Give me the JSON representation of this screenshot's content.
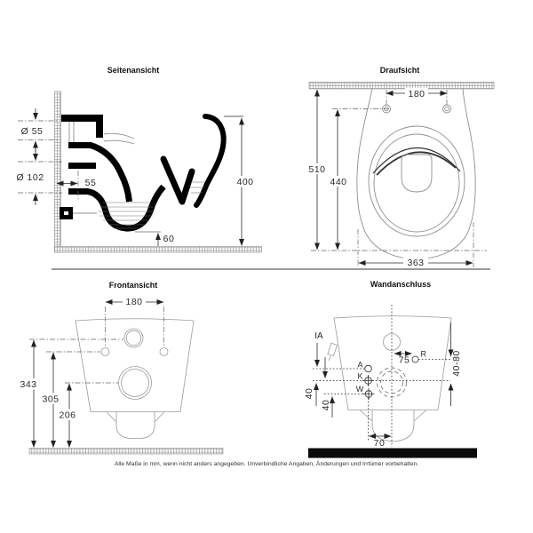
{
  "footer": "Alle Maße in mm, wenn nicht anders angegeben. Unverbindliche Angaben, Änderungen und Irrtümer vorbehalten.",
  "views": {
    "side": {
      "title": "Seitenansicht",
      "dims": {
        "inlet_diameter": "Ø 55",
        "outlet_diameter": "Ø 102",
        "outlet_wall_offset": "55",
        "bottom_clearance": "60",
        "total_height": "400"
      }
    },
    "top": {
      "title": "Draufsicht",
      "dims": {
        "hole_spacing": "180",
        "total_depth": "510",
        "hole_depth": "440",
        "bowl_width": "363"
      }
    },
    "front": {
      "title": "Frontansicht",
      "dims": {
        "hole_spacing": "180",
        "inlet_height": "343",
        "hole_height": "305",
        "outlet_height": "206"
      }
    },
    "wall": {
      "title": "Wandanschluss",
      "labels": {
        "inspection": "IA",
        "connection_a": "A",
        "connection_k": "K",
        "connection_w": "W",
        "connection_r": "R"
      },
      "dims": {
        "r_offset": "75",
        "height_range": "40-80",
        "spacing_a_k": "40",
        "spacing_k_w": "40",
        "outlet_offset": "70"
      }
    }
  }
}
